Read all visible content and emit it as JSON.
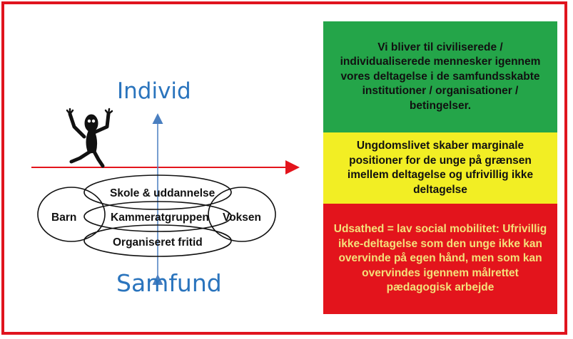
{
  "axis": {
    "top_label": "Individ",
    "bottom_label": "Samfund"
  },
  "ellipses": {
    "school": "Skole & uddannelse",
    "peers": "Kammeratgruppen",
    "leisure": "Organiseret fritid",
    "child": "Barn",
    "adult": "Voksen"
  },
  "boxes": {
    "green": "Vi bliver til civiliserede / individualiserede mennesker igennem vores deltagelse i de samfundsskabte  institutioner / organisationer / betingelser.",
    "yellow": "Ungdomslivet skaber marginale positioner for de unge på grænsen imellem deltagelse og ufrivillig ikke deltagelse",
    "red": "Udsathed = lav social mobilitet: Ufrivillig ikke-deltagelse som den unge ikke kan overvinde på egen hånd, men som kan overvindes igennem målrettet pædagogisk arbejde"
  },
  "colors": {
    "border": "#e0141e",
    "axis_text": "#2a74bd",
    "vertical_axis": "#4a7fc0",
    "horizontal_axis": "#e3141c",
    "green_box": "#24a549",
    "yellow_box": "#f2ee24",
    "red_box": "#e3141c",
    "red_box_text": "#f4e07a"
  },
  "icons": {
    "figure": "jumping-stick-figure-icon"
  }
}
